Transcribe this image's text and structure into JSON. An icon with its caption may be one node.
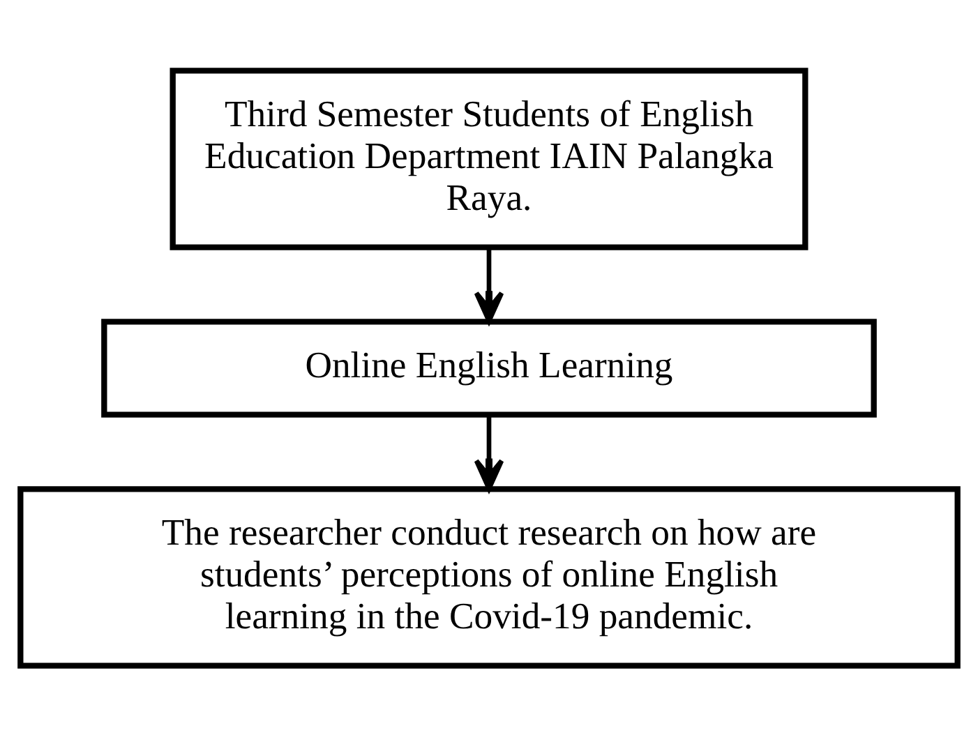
{
  "diagram": {
    "nodes": [
      {
        "text": [
          "Third Semester Students of English Education Department IAIN Palangka Raya."
        ]
      },
      {
        "text": [
          "Online English Learning"
        ]
      },
      {
        "text": [
          "The researcher conduct research on how are students’ perceptions of online English learning in the Covid-19 pandemic."
        ]
      }
    ],
    "edges": [
      {
        "from": 0,
        "to": 1,
        "arrow": "to"
      },
      {
        "from": 1,
        "to": 2,
        "arrow": "to"
      }
    ]
  }
}
